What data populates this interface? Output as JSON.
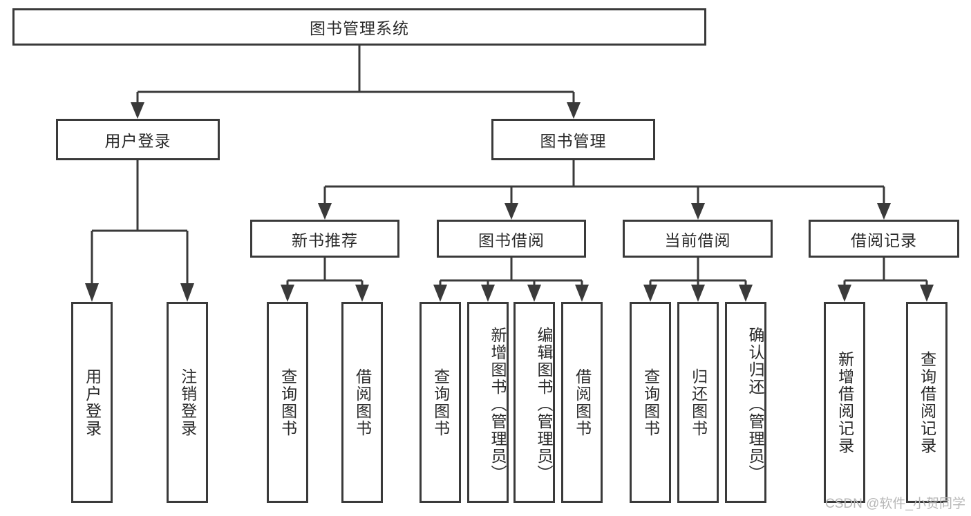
{
  "diagram": {
    "title": "图书管理系统",
    "type": "tree",
    "root": {
      "label": "图书管理系统"
    },
    "level2": [
      {
        "label": "用户登录"
      },
      {
        "label": "图书管理"
      }
    ],
    "level3": [
      {
        "label": "新书推荐",
        "parent": "图书管理"
      },
      {
        "label": "图书借阅",
        "parent": "图书管理"
      },
      {
        "label": "当前借阅",
        "parent": "图书管理"
      },
      {
        "label": "借阅记录",
        "parent": "图书管理"
      }
    ],
    "leaves": {
      "user_login": [
        {
          "label": "用户登录"
        },
        {
          "label": "注销登录"
        }
      ],
      "new_book_recommend": [
        {
          "label": "查询图书"
        },
        {
          "label": "借阅图书"
        }
      ],
      "book_borrow": [
        {
          "label": "查询图书"
        },
        {
          "label": "新增图书（管理员）"
        },
        {
          "label": "编辑图书（管理员）"
        },
        {
          "label": "借阅图书"
        }
      ],
      "current_borrow": [
        {
          "label": "查询图书"
        },
        {
          "label": "归还图书"
        },
        {
          "label": "确认归还（管理员）"
        }
      ],
      "borrow_record": [
        {
          "label": "新增借阅记录"
        },
        {
          "label": "查询借阅记录"
        }
      ]
    }
  },
  "watermark": {
    "text": "CSDN @软件_小贺同学"
  },
  "colors": {
    "stroke": "#3a3a3a",
    "box_fill": "#ffffff",
    "text": "#2a2a2a",
    "watermark": "#b7b7b7",
    "background": "#ffffff"
  }
}
